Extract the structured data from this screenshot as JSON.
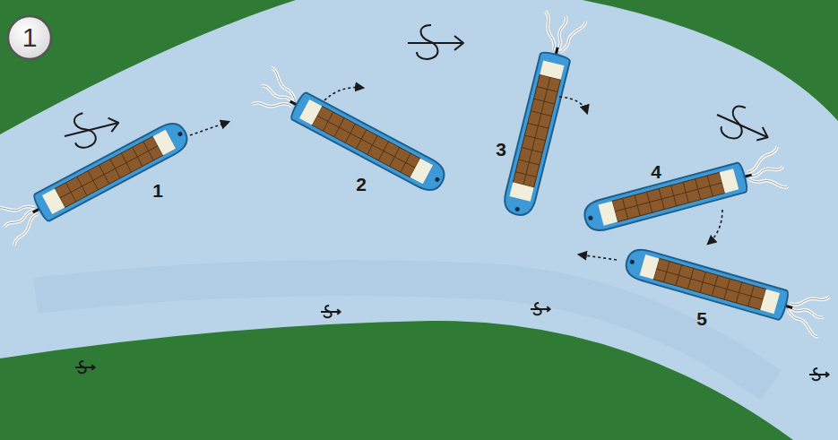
{
  "diagram": {
    "labels": [
      "1",
      "1",
      "2",
      "3",
      "4",
      "5"
    ]
  }
}
